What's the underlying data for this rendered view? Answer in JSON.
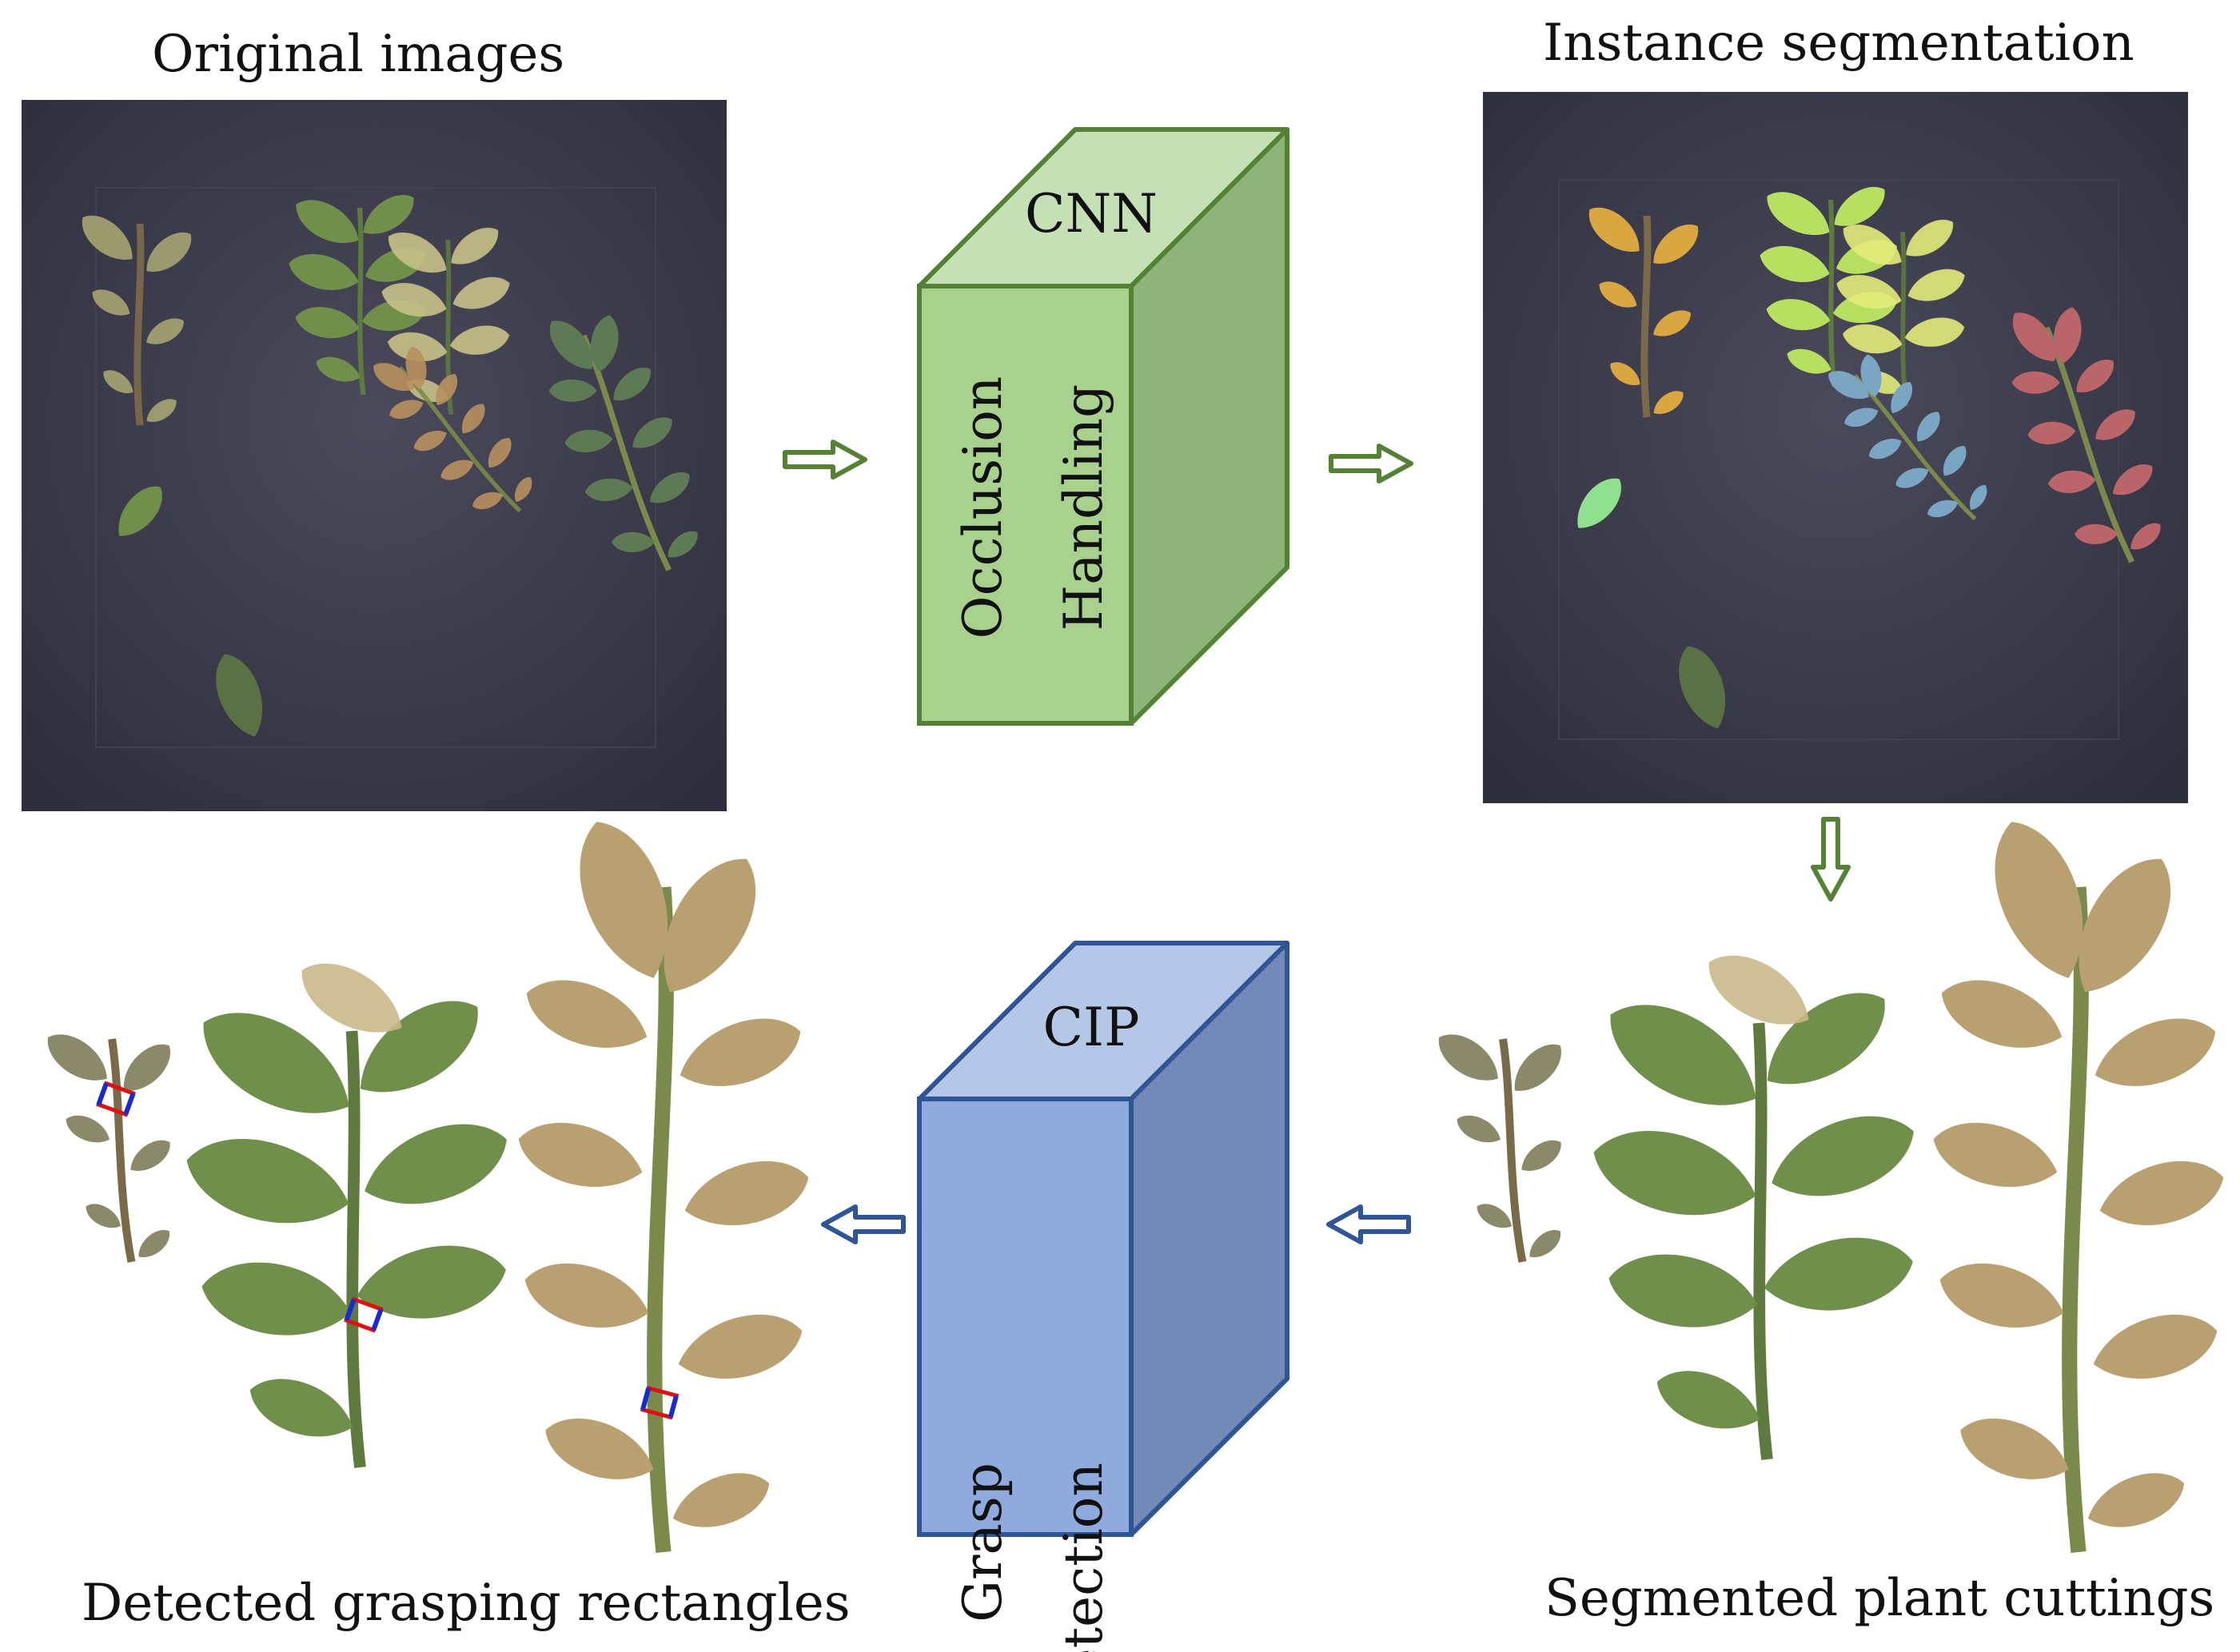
{
  "captions": {
    "original": "Original images",
    "instance": "Instance segmentation",
    "segmented": "Segmented plant cuttings",
    "detected": "Detected grasping rectangles"
  },
  "cnn_box": {
    "top_label": "CNN",
    "side_line1": "Occlusion",
    "side_line2": "Handling",
    "front_color": "#a9d18e",
    "top_color": "#c5e0b4",
    "side_color": "#8fb47a",
    "stroke_color": "#548235"
  },
  "cip_box": {
    "top_label": "CIP",
    "side_line1": "Grasp",
    "side_line2": "Detection",
    "front_color": "#8faadc",
    "top_color": "#b4c7e7",
    "side_color": "#7389b8",
    "stroke_color": "#2f5597"
  },
  "arrow_colors": {
    "green": "#548235",
    "blue": "#2f5597"
  },
  "colors": {
    "background_dark": "#3a3a4a",
    "leaf_green": "#6f8f4a",
    "leaf_yellow": "#d8d39a",
    "leaf_brown": "#b9915f",
    "seg_yellow": "#e4ec7a",
    "seg_blue": "#7aa6c4",
    "seg_red": "#b9656a",
    "seg_orange": "#d9a640",
    "grasp_red": "#e01010",
    "grasp_blue": "#1a2ad0"
  }
}
